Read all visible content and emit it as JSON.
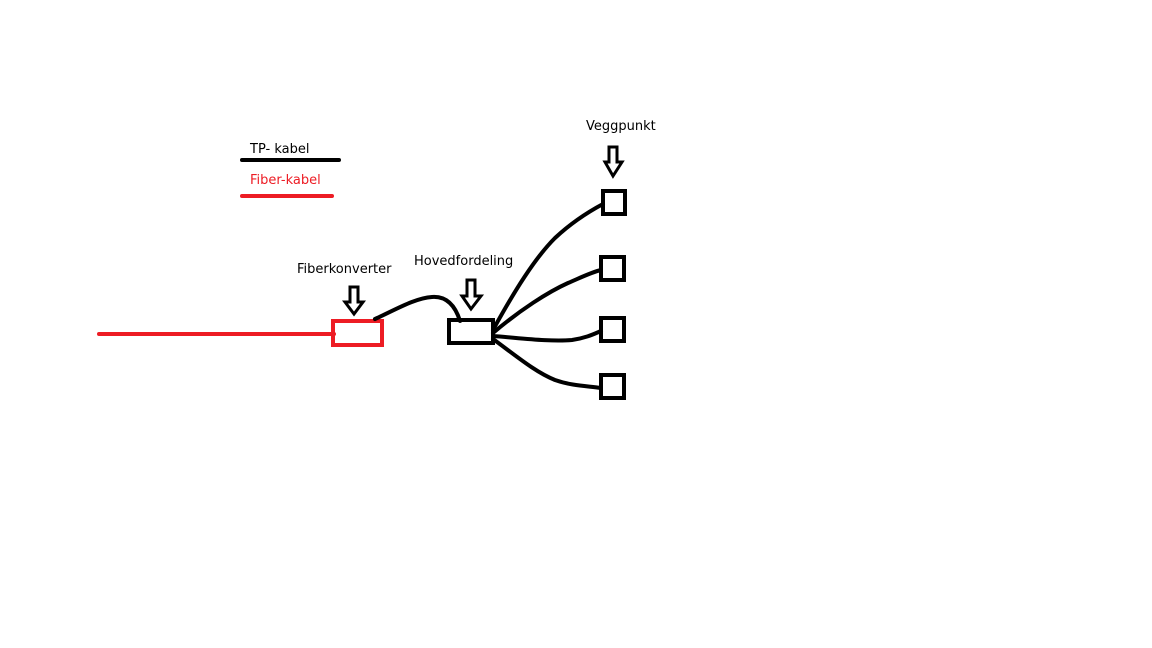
{
  "legend": {
    "tp_label": "TP- kabel",
    "fiber_label": "Fiber-kabel"
  },
  "labels": {
    "fiberkonverter": "Fiberkonverter",
    "hovedfordeling": "Hovedfordeling",
    "veggpunkt": "Veggpunkt"
  },
  "colors": {
    "tp_cable": "#000000",
    "fiber_cable": "#ed1c24",
    "background": "#ffffff"
  }
}
